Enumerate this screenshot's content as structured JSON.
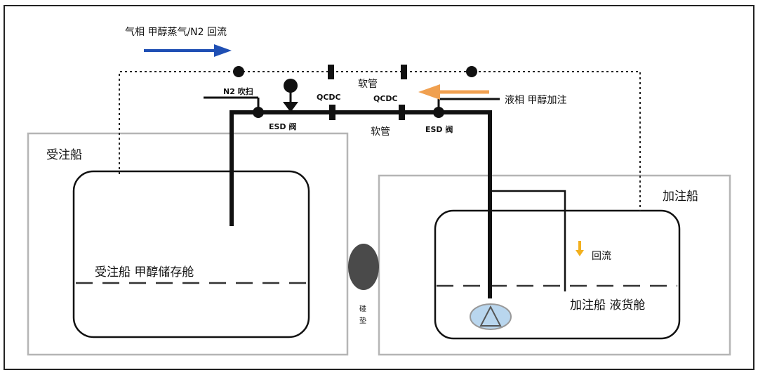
{
  "labels": {
    "vapor_return": "气相 甲醇蒸气/N2 回流",
    "n2_purge": "N2 吹扫",
    "qcdc_left": "QCDC",
    "qcdc_right": "QCDC",
    "hose_top": "软管",
    "hose_bottom": "软管",
    "esd_left": "ESD 阀",
    "esd_right": "ESD 阀",
    "liquid_fill": "液相 甲醇加注",
    "receiving_ship": "受注船",
    "receiving_tank": "受注船 甲醇储存舱",
    "bunkering_ship": "加注船",
    "bunkering_tank": "加注船 液货舱",
    "return_flow": "回流",
    "fender_1": "碰",
    "fender_2": "垫"
  },
  "colors": {
    "vapor_arrow": "#1f4fb4",
    "liquid_arrow": "#f0a050",
    "return_arrow": "#f2b01e",
    "pump_fill": "#b9d6ee",
    "fender_fill": "#4a4a4a",
    "ship_border": "#b5b5b5"
  }
}
